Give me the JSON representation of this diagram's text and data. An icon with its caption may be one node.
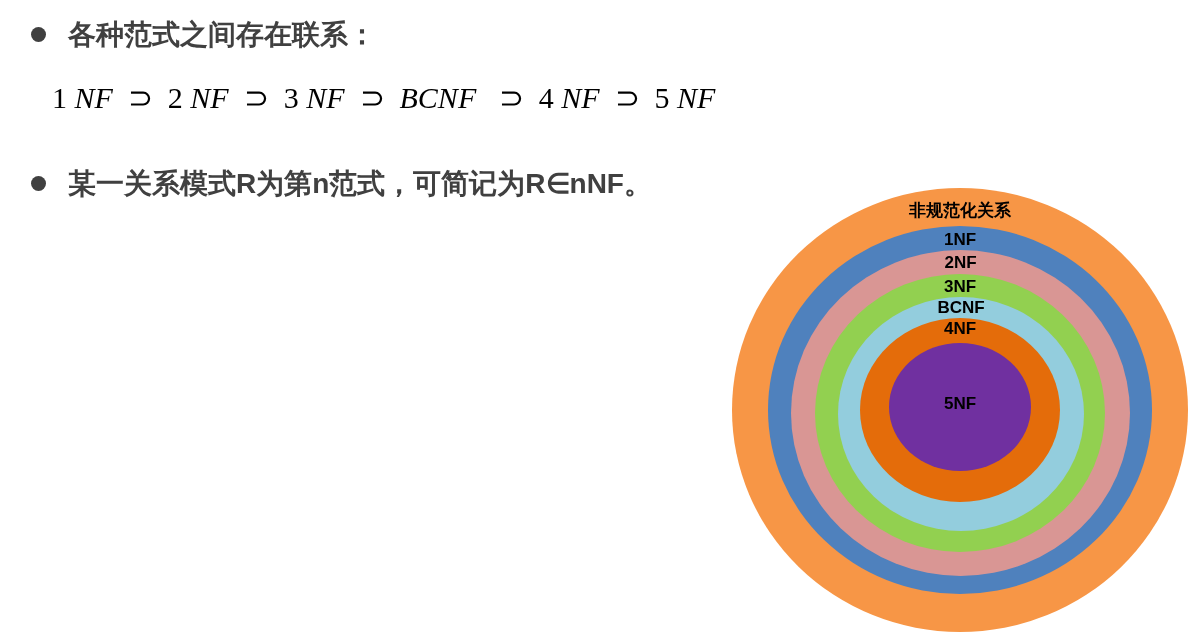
{
  "diagram": {
    "nodes": [
      {
        "text": [
          "非规范化关系"
        ]
      },
      {
        "text": [
          "1NF"
        ],
        "in": 0
      },
      {
        "text": [
          "2NF"
        ],
        "in": 1
      },
      {
        "text": [
          "3NF"
        ],
        "in": 2
      },
      {
        "text": [
          "BCNF"
        ],
        "in": 3
      },
      {
        "text": [
          "4NF"
        ],
        "in": 4
      },
      {
        "text": [
          "5NF"
        ],
        "in": 5
      }
    ],
    "labels": [
      "各种范式之间存在联系：",
      "1 *NF*  ⊃  2 *NF*  ⊃  3 *NF*  ⊃  *BCNF*   ⊃  4 *NF*  ⊃  5 *NF*",
      "某一关系模式R为第n范式，可简记为R∈nNF。"
    ]
  }
}
